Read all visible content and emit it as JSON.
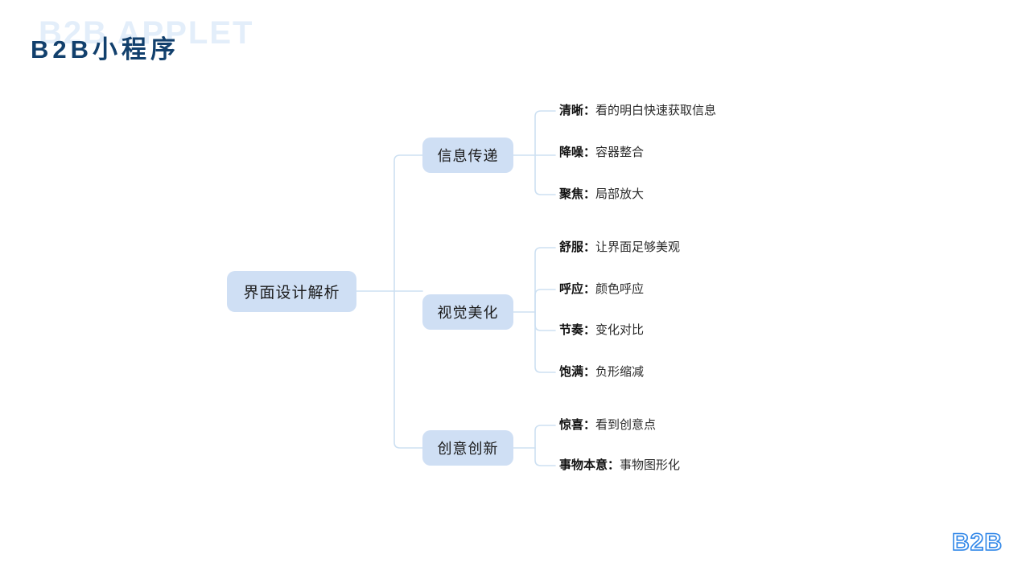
{
  "title": {
    "main": "B2B小程序",
    "watermark": "B2B APPLET"
  },
  "footer": {
    "logo": "B2B"
  },
  "colors": {
    "node_fill": "#cfdff4",
    "connector": "#cde0f2",
    "title": "#12406d",
    "watermark": "#e3eefa",
    "logo_stroke": "#2f86e8"
  },
  "mindmap": {
    "root": {
      "label": "界面设计解析"
    },
    "branches": [
      {
        "label": "信息传递",
        "leaves": [
          {
            "term": "清晰",
            "colon": "：",
            "desc": "看的明白快速获取信息"
          },
          {
            "term": "降噪",
            "colon": "：",
            "desc": "容器整合"
          },
          {
            "term": "聚焦",
            "colon": "：",
            "desc": "局部放大"
          }
        ]
      },
      {
        "label": "视觉美化",
        "leaves": [
          {
            "term": "舒服",
            "colon": "：",
            "desc": "让界面足够美观"
          },
          {
            "term": "呼应",
            "colon": "：",
            "desc": "颜色呼应"
          },
          {
            "term": "节奏",
            "colon": "：",
            "desc": "变化对比"
          },
          {
            "term": "饱满",
            "colon": "：",
            "desc": "负形缩减"
          }
        ]
      },
      {
        "label": "创意创新",
        "leaves": [
          {
            "term": "惊喜",
            "colon": "：",
            "desc": "看到创意点"
          },
          {
            "term": "事物本意",
            "colon": "：",
            "desc": "事物图形化"
          }
        ]
      }
    ]
  }
}
